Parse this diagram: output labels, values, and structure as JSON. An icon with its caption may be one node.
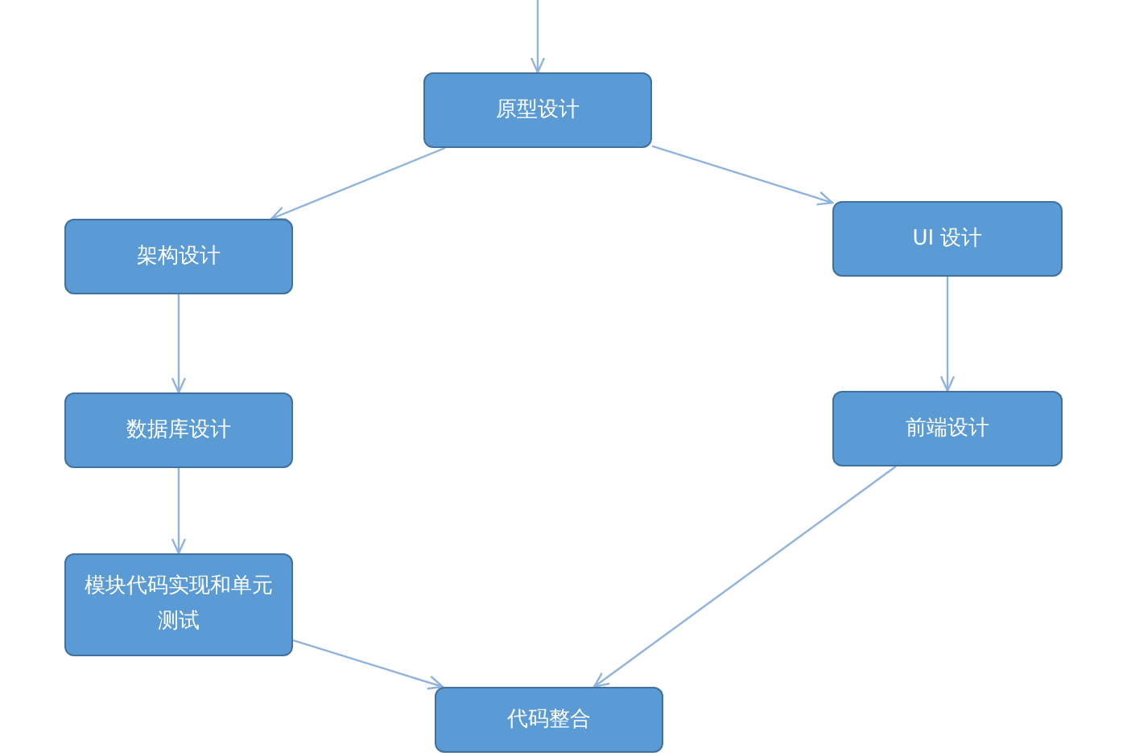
{
  "diagram": {
    "nodes": [
      {
        "text": [
          "原型设计"
        ]
      },
      {
        "text": [
          "架构设计"
        ]
      },
      {
        "text": [
          "UI 设计"
        ]
      },
      {
        "text": [
          "数据库设计"
        ]
      },
      {
        "text": [
          "前端设计"
        ]
      },
      {
        "text": [
          "模块代码实现和单元测试"
        ]
      },
      {
        "text": [
          "代码整合"
        ]
      }
    ],
    "edges": [
      {
        "from": null,
        "to": 0,
        "arrow": "to"
      },
      {
        "from": 0,
        "to": 1,
        "arrow": "to"
      },
      {
        "from": 0,
        "to": 2,
        "arrow": "to"
      },
      {
        "from": 1,
        "to": 3,
        "arrow": "to"
      },
      {
        "from": 3,
        "to": 5,
        "arrow": "to"
      },
      {
        "from": 2,
        "to": 4,
        "arrow": "to"
      },
      {
        "from": 5,
        "to": 6,
        "arrow": "to"
      },
      {
        "from": 4,
        "to": 6,
        "arrow": "to"
      }
    ]
  }
}
